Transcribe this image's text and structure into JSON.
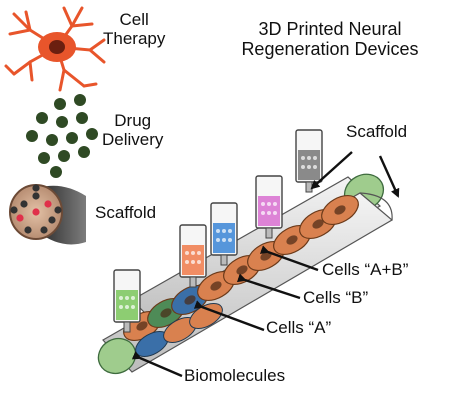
{
  "legend": {
    "cell_therapy": "Cell\nTherapy",
    "drug_delivery": "Drug\nDelivery",
    "scaffold": "Scaffold"
  },
  "title": "3D Printed Neural\nRegeneration Devices",
  "labels": {
    "scaffold_top": "Scaffold",
    "cells_ab": "Cells “A+B”",
    "cells_b": "Cells “B”",
    "cells_a": "Cells “A”",
    "biomolecules": "Biomolecules"
  },
  "colors": {
    "neuron": "#e8552b",
    "nucleus": "#6b1f10",
    "drug_dot": "#2f4a24",
    "conduit": "#d9d9d9",
    "green_cap": "#9fcc8d",
    "cell_orange": "#d9814f",
    "cell_blue": "#3a6fa8",
    "cell_green": "#4e8b57",
    "vial_green": "#7ac55a",
    "vial_orange": "#f07a4a",
    "vial_blue": "#3a85d6",
    "vial_purple": "#d86fd0",
    "vial_grey": "#777777"
  }
}
